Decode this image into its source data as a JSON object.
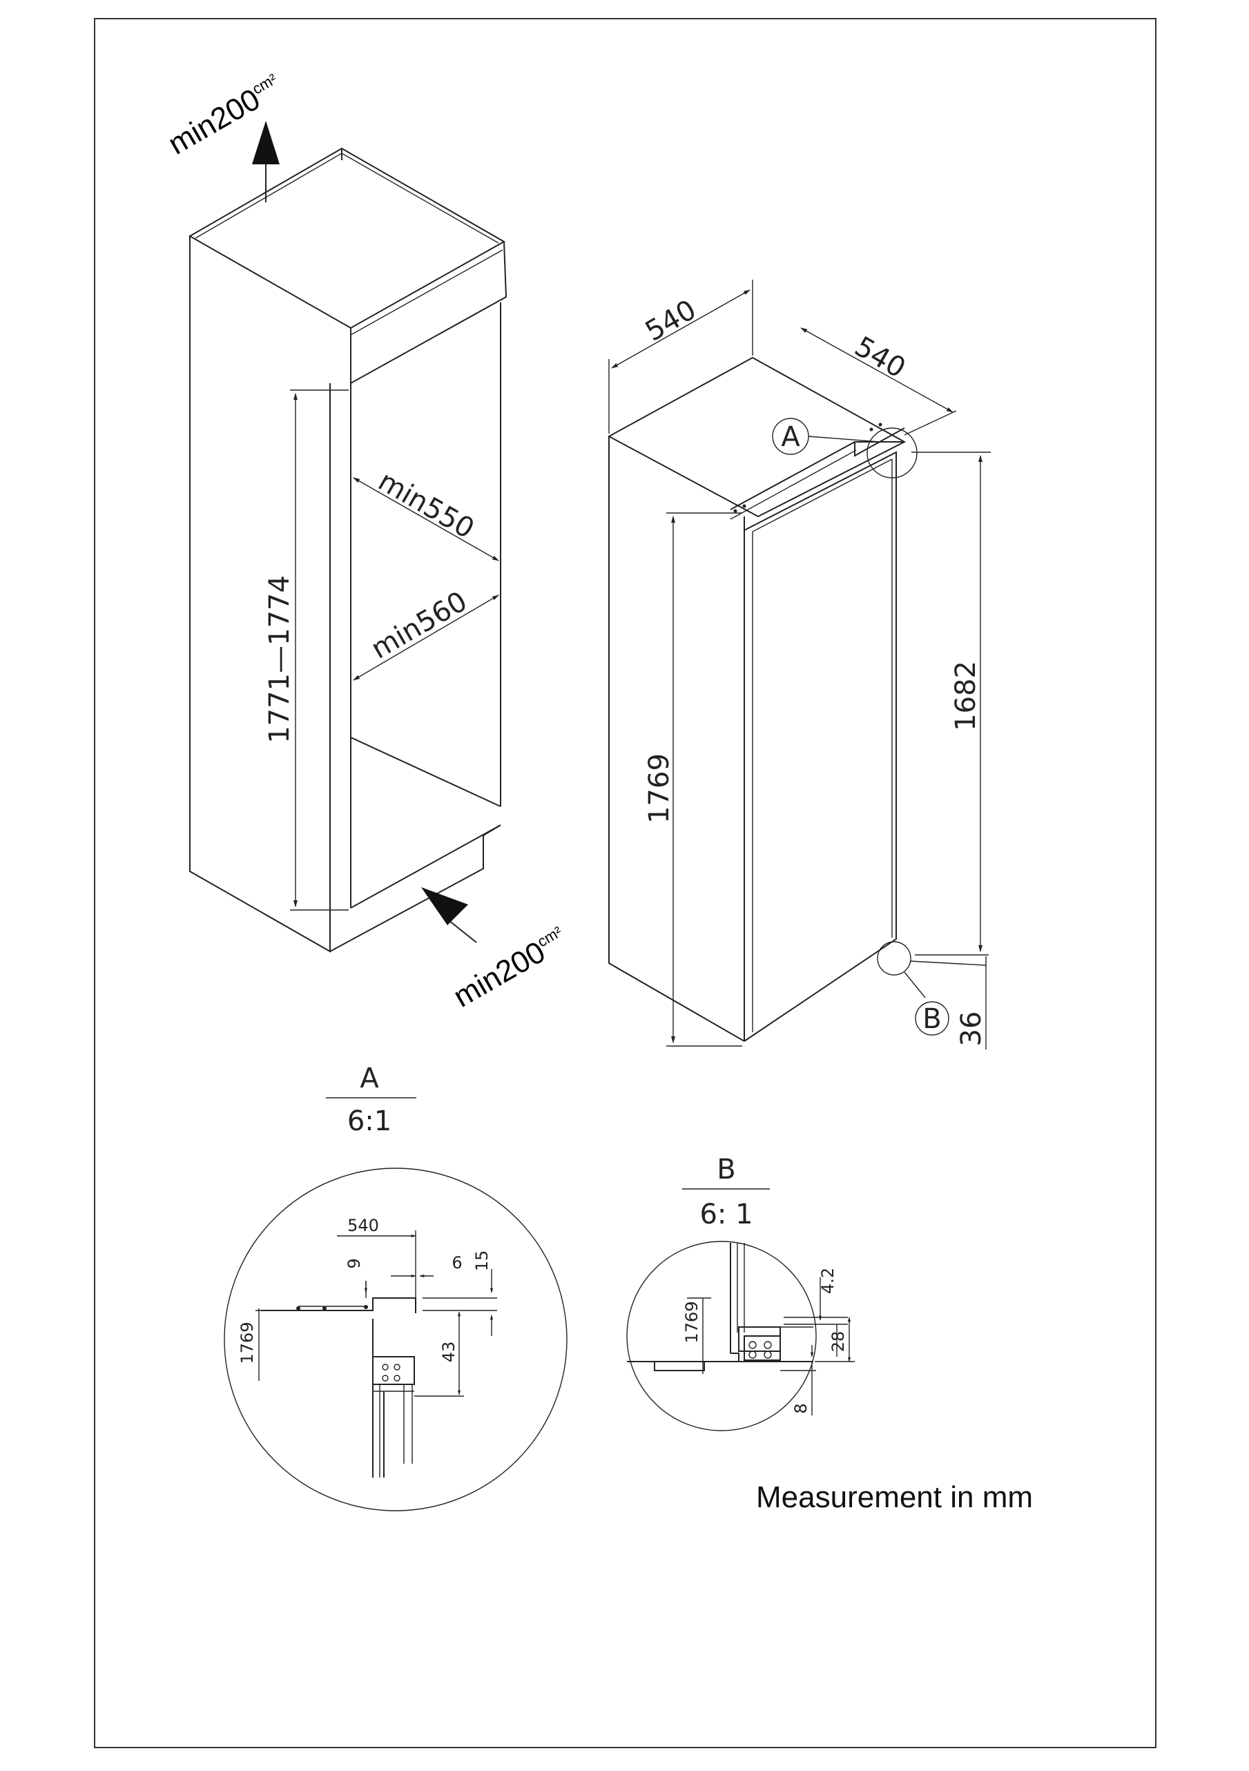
{
  "vent_top": {
    "label": "min200",
    "unit": "cm²"
  },
  "vent_bottom": {
    "label": "min200",
    "unit": "cm²"
  },
  "niche": {
    "height": "1771—1774",
    "depth": "min550",
    "width": "min560"
  },
  "appliance": {
    "width": "540",
    "depth": "540",
    "height": "1769",
    "door_height": "1682",
    "bottom_offset": "36",
    "callout_a": "A",
    "callout_b": "B"
  },
  "detail_a": {
    "label": "A",
    "scale": "6:1",
    "dims": {
      "width": "540",
      "d9": "9",
      "d6": "6",
      "d15": "15",
      "d43": "43",
      "height": "1769"
    }
  },
  "detail_b": {
    "label": "B",
    "scale": "6: 1",
    "dims": {
      "d42": "4.2",
      "height": "1769",
      "d28": "28",
      "d8": "8"
    }
  },
  "note": "Measurement in mm"
}
